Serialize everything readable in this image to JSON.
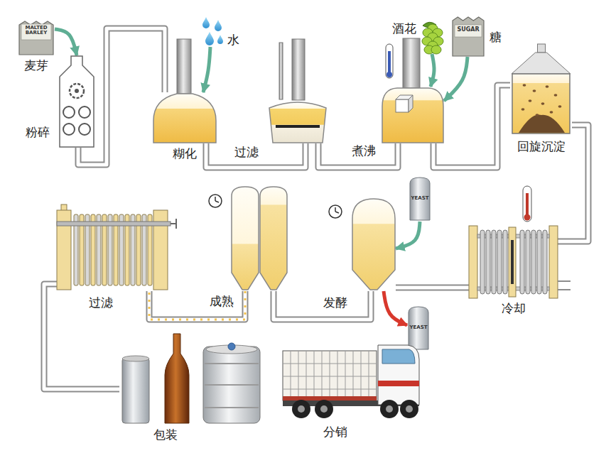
{
  "diagram": {
    "nodes": [
      {
        "text": [
          "MALTED BARLEY",
          "麦芽"
        ]
      },
      {
        "text": [
          "粉碎"
        ]
      },
      {
        "text": [
          "水"
        ]
      },
      {
        "text": [
          "糊化"
        ]
      },
      {
        "text": [
          "过滤"
        ]
      },
      {
        "text": [
          "酒花"
        ]
      },
      {
        "text": [
          "SUGAR",
          "糖"
        ]
      },
      {
        "text": [
          "煮沸"
        ]
      },
      {
        "text": [
          "回旋沉淀"
        ]
      },
      {
        "text": [
          "冷却"
        ]
      },
      {
        "text": [
          "YEAST"
        ]
      },
      {
        "text": [
          "发酵"
        ]
      },
      {
        "text": [
          "YEAST"
        ]
      },
      {
        "text": [
          "成熟"
        ]
      },
      {
        "text": [
          "过滤"
        ]
      },
      {
        "text": [
          "包装"
        ]
      },
      {
        "text": [
          "分销"
        ]
      }
    ],
    "edges": [
      {
        "from": 0,
        "to": 1,
        "arrow": "to"
      },
      {
        "from": 1,
        "to": 3,
        "arrow": "none"
      },
      {
        "from": 2,
        "to": 3,
        "arrow": "to"
      },
      {
        "from": 3,
        "to": 4,
        "arrow": "none"
      },
      {
        "from": 4,
        "to": 7,
        "arrow": "none"
      },
      {
        "from": 5,
        "to": 7,
        "arrow": "to"
      },
      {
        "from": 6,
        "to": 7,
        "arrow": "to"
      },
      {
        "from": 7,
        "to": 8,
        "arrow": "none"
      },
      {
        "from": 8,
        "to": 9,
        "arrow": "none"
      },
      {
        "from": 9,
        "to": 11,
        "arrow": "none"
      },
      {
        "from": 10,
        "to": 11,
        "arrow": "to"
      },
      {
        "from": 11,
        "to": 12,
        "arrow": "to"
      },
      {
        "from": 11,
        "to": 13,
        "arrow": "none"
      },
      {
        "from": 13,
        "to": 14,
        "arrow": "none"
      },
      {
        "from": 14,
        "to": 15,
        "arrow": "none"
      }
    ]
  }
}
